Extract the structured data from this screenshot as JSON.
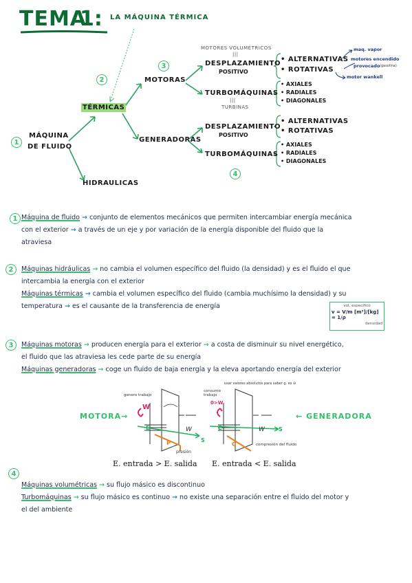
{
  "title": {
    "main": "TEMA",
    "num": "1:",
    "sub": "LA MÁQUINA TÉRMICA"
  },
  "tree": {
    "root": [
      "MÁQUINA",
      "DE FLUIDO"
    ],
    "termicas": "TÉRMICAS",
    "hidraulicas": "HIDRAULICAS",
    "motoras": "MOTORAS",
    "generadoras": "GENERADORAS",
    "motores_vol": "MOTORES VOLUMÉTRICOS",
    "equiv": "|||",
    "desp": [
      "DESPLAZAMIENTO",
      "POSITIVO"
    ],
    "turbo": "TURBOMÁQUINAS",
    "turbinas": "TURBINAS",
    "alt": "ALTERNATIVAS",
    "rot": "ROTATIVAS",
    "axiales": "AXIALES",
    "radiales": "RADIALES",
    "diagonales": "DIAGONALES",
    "note1": "maq. vapor",
    "note2": "motores encendido",
    "note3": "provocado",
    "note3b": "(gasolina)",
    "note4": "motor wankell",
    "circ1": "1",
    "circ2": "2",
    "circ3": "3",
    "circ4": "4"
  },
  "s1": {
    "num": "1",
    "term": "Máquina de fluido",
    "l1": "conjunto de elementos mecánicos que permiten intercambiar energía mecánica",
    "l2a": "con el exterior",
    "l2b": "a través de un eje y por variación de la energía disponible del fluido que la",
    "l3": "atraviesa"
  },
  "s2": {
    "num": "2",
    "term1": "Máquinas hidráulicas",
    "l1": "no cambia el volumen específico del fluido (la densidad) y es el fluido el que",
    "l2": "intercambia la energía con el exterior",
    "term2": "Máquinas térmicas",
    "l3": "cambia el volumen específico del fluido (cambia muchísimo la densidad) y su",
    "l4a": "temperatura",
    "l4b": "es el causante de la transferencia de energía"
  },
  "formula": {
    "top": "vol. específico",
    "eq": "v = V/m [m³]/[kg] = 1/ρ",
    "bottom": "densidad"
  },
  "s3": {
    "num": "3",
    "term1": "Máquinas motoras",
    "l1a": "producen energía para el exterior",
    "l1b": "a costa de disminuir su nivel energético,",
    "l2": "el fluido que las atraviesa les cede parte de su energía",
    "term2": "Máquinas generadoras",
    "l3": "coge un fluido de baja energía y la eleva aportando energía del exterior"
  },
  "diagram": {
    "motora": "MOTORA",
    "generadora": "GENERADORA",
    "cap1": "E. entrada > E. salida",
    "cap2": "E. entrada < E. salida",
    "E": "E",
    "S": "S",
    "W": "W",
    "P": "P",
    "C": "C",
    "genero": "genero",
    "trabajo": "trabajo",
    "consumo": "consumo",
    "trabajo2": "trabajo",
    "wsign1": "W",
    "wsign2": "0>W",
    "presion": "presión",
    "compresion": "compresión del fluido",
    "usar": "usar valores absolutos para saber g. es ⊖"
  },
  "s4": {
    "num": "4",
    "term1": "Máquinas volumétricas",
    "l1": "su flujo másico es discontinuo",
    "term2": "Turbomáquinas",
    "l2a": "su flujo másico es continuo",
    "l2b": "no existe una separación entre el fluido del motor y",
    "l3": "el del ambiente"
  },
  "colors": {
    "green": "#33c06a",
    "dark_green": "#0f6b34",
    "blue": "#1f7acb",
    "highlight": "#9bd97c"
  }
}
